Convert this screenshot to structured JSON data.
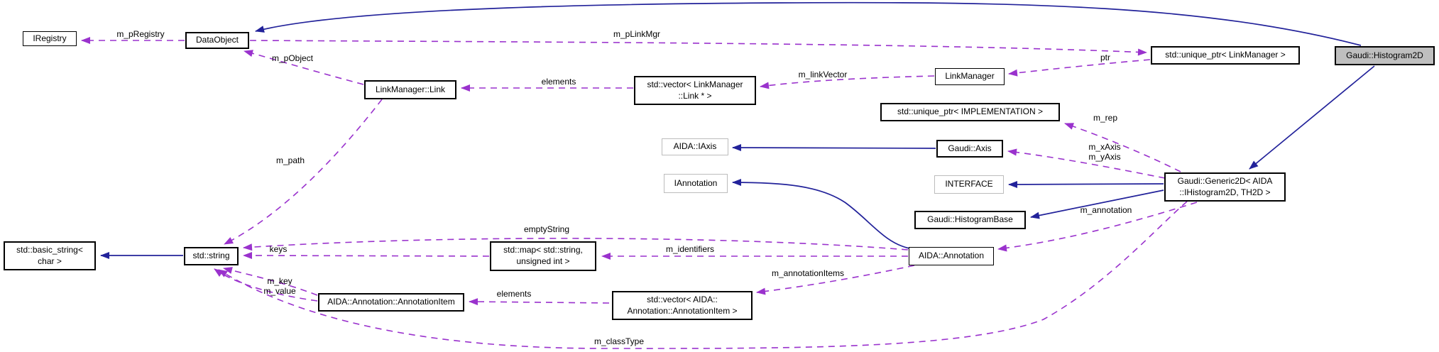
{
  "diagram": {
    "kind": "collaboration-graph",
    "main_class": "Gaudi::Histogram2D"
  },
  "colors": {
    "inheritance_edge": "#22229a",
    "usage_edge": "#9a32cd",
    "main_node_fill": "#bfbfbf",
    "node_fill": "#ffffff",
    "node_border": "#000000",
    "external_node_border": "#bcbcbc"
  },
  "nodes": {
    "iregistry": {
      "label": "IRegistry"
    },
    "dataobject": {
      "label": "DataObject"
    },
    "linkmanager_link": {
      "label": "LinkManager::Link"
    },
    "vector_linkmanager_link": {
      "label": "std::vector< LinkManager\n::Link * >"
    },
    "linkmanager": {
      "label": "LinkManager"
    },
    "unique_ptr_linkmanager": {
      "label": "std::unique_ptr< LinkManager >"
    },
    "gaudi_histogram2d": {
      "label": "Gaudi::Histogram2D"
    },
    "unique_ptr_implementation": {
      "label": "std::unique_ptr< IMPLEMENTATION >"
    },
    "aida_iaxis": {
      "label": "AIDA::IAxis"
    },
    "gaudi_axis": {
      "label": "Gaudi::Axis"
    },
    "iannotation": {
      "label": "IAnnotation"
    },
    "interface": {
      "label": "INTERFACE"
    },
    "gaudi_histogrambase": {
      "label": "Gaudi::HistogramBase"
    },
    "gaudi_generic2d": {
      "label": "Gaudi::Generic2D< AIDA\n::IHistogram2D, TH2D >"
    },
    "std_basic_string": {
      "label": "std::basic_string<\nchar >"
    },
    "std_string": {
      "label": "std::string"
    },
    "std_map": {
      "label": "std::map< std::string,\nunsigned int >"
    },
    "aida_annotation": {
      "label": "AIDA::Annotation"
    },
    "annotation_item": {
      "label": "AIDA::Annotation::AnnotationItem"
    },
    "vector_annotation_item": {
      "label": "std::vector< AIDA::\nAnnotation::AnnotationItem >"
    }
  },
  "labels": {
    "m_pRegistry": "m_pRegistry",
    "m_pObject": "m_pObject",
    "m_pLinkMgr": "m_pLinkMgr",
    "elements_links": "elements",
    "m_linkVector": "m_linkVector",
    "ptr": "ptr",
    "m_rep": "m_rep",
    "m_axes": "m_xAxis\nm_yAxis",
    "m_annotation": "m_annotation",
    "m_identifiers": "m_identifiers",
    "emptyString": "emptyString",
    "keys": "keys",
    "m_annotationItems": "m_annotationItems",
    "elements_items": "elements",
    "m_key_value": "m_key\nm_value",
    "m_path": "m_path",
    "m_classType": "m_classType"
  },
  "edges": [
    {
      "from": "Gaudi::Histogram2D",
      "to": "DataObject",
      "type": "inheritance"
    },
    {
      "from": "Gaudi::Histogram2D",
      "to": "Gaudi::Generic2D< AIDA::IHistogram2D, TH2D >",
      "type": "inheritance"
    },
    {
      "from": "Gaudi::Generic2D< AIDA::IHistogram2D, TH2D >",
      "to": "INTERFACE",
      "type": "inheritance"
    },
    {
      "from": "Gaudi::Generic2D< AIDA::IHistogram2D, TH2D >",
      "to": "Gaudi::HistogramBase",
      "type": "inheritance"
    },
    {
      "from": "Gaudi::Axis",
      "to": "AIDA::IAxis",
      "type": "inheritance"
    },
    {
      "from": "AIDA::Annotation",
      "to": "IAnnotation",
      "type": "inheritance"
    },
    {
      "from": "std::string",
      "to": "std::basic_string< char >",
      "type": "inheritance"
    },
    {
      "from": "DataObject",
      "to": "IRegistry",
      "type": "usage",
      "label": "m_pRegistry"
    },
    {
      "from": "LinkManager::Link",
      "to": "DataObject",
      "type": "usage",
      "label": "m_pObject"
    },
    {
      "from": "DataObject",
      "to": "std::unique_ptr< LinkManager >",
      "type": "usage",
      "label": "m_pLinkMgr"
    },
    {
      "from": "std::vector< LinkManager::Link * >",
      "to": "LinkManager::Link",
      "type": "usage",
      "label": "elements"
    },
    {
      "from": "LinkManager",
      "to": "std::vector< LinkManager::Link * >",
      "type": "usage",
      "label": "m_linkVector"
    },
    {
      "from": "std::unique_ptr< LinkManager >",
      "to": "LinkManager",
      "type": "usage",
      "label": "ptr"
    },
    {
      "from": "Gaudi::Generic2D< AIDA::IHistogram2D, TH2D >",
      "to": "std::unique_ptr< IMPLEMENTATION >",
      "type": "usage",
      "label": "m_rep"
    },
    {
      "from": "Gaudi::Generic2D< AIDA::IHistogram2D, TH2D >",
      "to": "Gaudi::Axis",
      "type": "usage",
      "label": "m_xAxis m_yAxis"
    },
    {
      "from": "Gaudi::Generic2D< AIDA::IHistogram2D, TH2D >",
      "to": "AIDA::Annotation",
      "type": "usage",
      "label": "m_annotation"
    },
    {
      "from": "AIDA::Annotation",
      "to": "std::map< std::string, unsigned int >",
      "type": "usage",
      "label": "m_identifiers"
    },
    {
      "from": "AIDA::Annotation",
      "to": "std::string",
      "type": "usage",
      "label": "emptyString"
    },
    {
      "from": "std::map< std::string, unsigned int >",
      "to": "std::string",
      "type": "usage",
      "label": "keys"
    },
    {
      "from": "AIDA::Annotation",
      "to": "std::vector< AIDA::Annotation::AnnotationItem >",
      "type": "usage",
      "label": "m_annotationItems"
    },
    {
      "from": "std::vector< AIDA::Annotation::AnnotationItem >",
      "to": "AIDA::Annotation::AnnotationItem",
      "type": "usage",
      "label": "elements"
    },
    {
      "from": "AIDA::Annotation::AnnotationItem",
      "to": "std::string",
      "type": "usage",
      "label": "m_key m_value"
    },
    {
      "from": "LinkManager::Link",
      "to": "std::string",
      "type": "usage",
      "label": "m_path"
    },
    {
      "from": "Gaudi::Generic2D< AIDA::IHistogram2D, TH2D >",
      "to": "std::string",
      "type": "usage",
      "label": "m_classType"
    }
  ]
}
